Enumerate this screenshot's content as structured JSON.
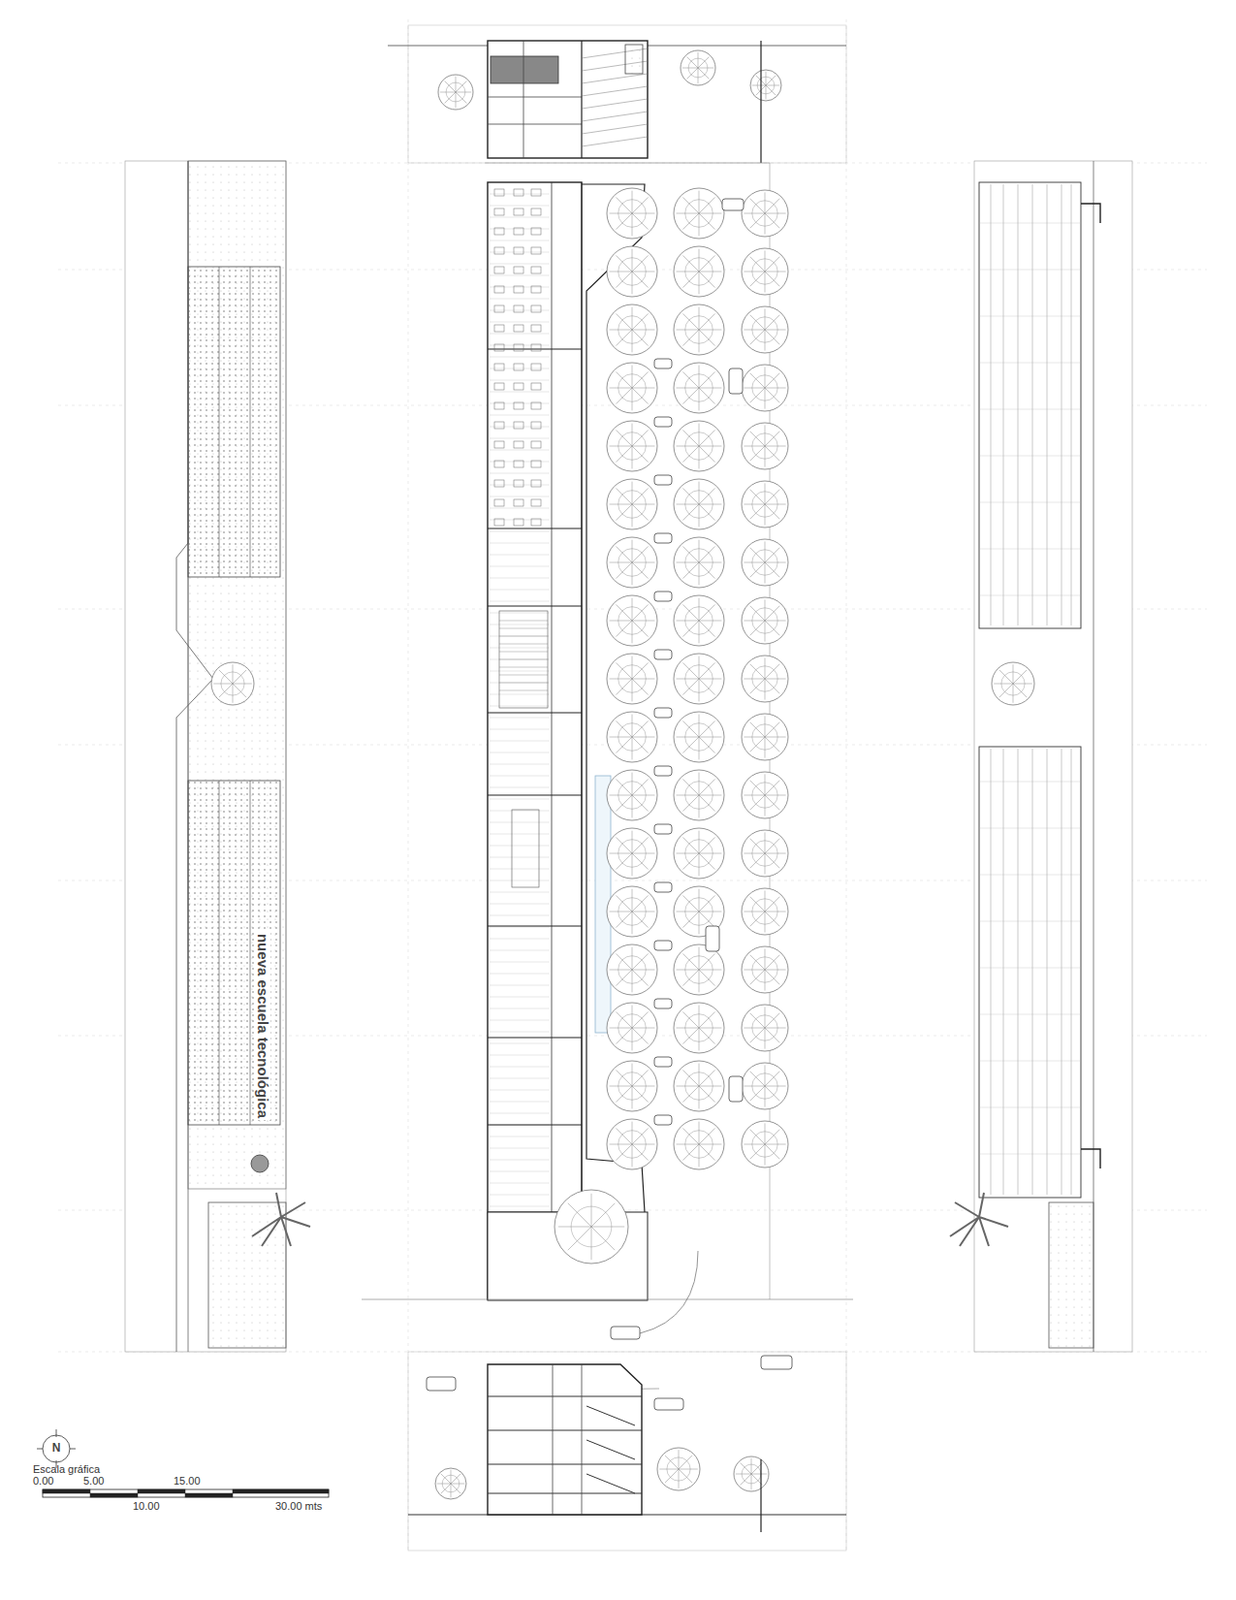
{
  "diagram": {
    "labels": [
      "nueva escuela tecnológica",
      "N",
      "Escala gráfica",
      "0.00",
      "5.00",
      "15.00",
      "10.00",
      "30.00 mts"
    ]
  }
}
